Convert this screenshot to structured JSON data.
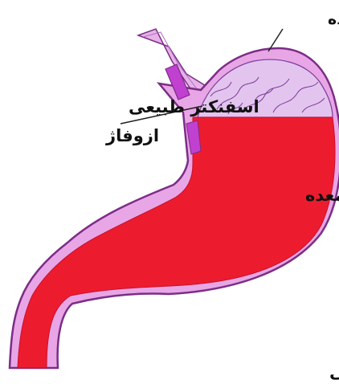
{
  "labels": {
    "stomach": "معده",
    "sphincter_line1": "اسفنکتر طبیعی",
    "sphincter_line2": "ازوفاژ",
    "stomach_acid": "اسید معده",
    "caption": "معده طبیعی"
  },
  "colors": {
    "acid": "#ec1c2e",
    "wall": "#e8a6e6",
    "wall_outline": "#7c2d86",
    "sphincter": "#c040d0",
    "mucosa_fill": "#e3c4ee",
    "mucosa_lines": "#7a3d9a",
    "esophagus": "#e6b2e8",
    "label_text": "#111111",
    "leader_line": "#222222"
  },
  "icons": {
    "stomach": "stomach-illustration",
    "esophagus": "esophagus-tube",
    "sphincter": "esophageal-sphincter-band"
  }
}
